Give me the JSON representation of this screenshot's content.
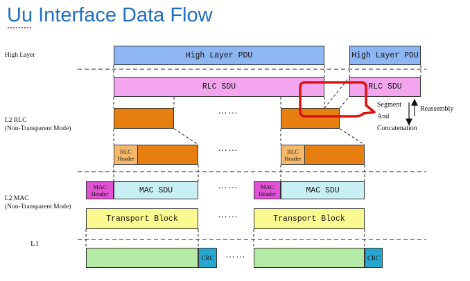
{
  "title": "Uu Interface Data Flow",
  "labels": {
    "high_layer": "High Layer",
    "l2_rlc": "L2 RLC",
    "l2_rlc_mode": "(Non-Transparent Mode)",
    "l2_mac": "L2 MAC",
    "l2_mac_mode": "(Non-Transparent Mode)",
    "l1": "L1"
  },
  "high_layer": {
    "pdu_main": "High Layer PDU",
    "pdu_right": "High Layer PDU"
  },
  "rlc": {
    "sdu_main": "RLC SDU",
    "sdu_right": "RLC SDU",
    "header_line1": "RLC",
    "header_line2": "Header",
    "ellipsis": "……"
  },
  "mac": {
    "header_line1": "MAC",
    "header_line2": "Header",
    "sdu": "MAC SDU",
    "ellipsis": "……"
  },
  "transport": {
    "block": "Transport Block",
    "ellipsis": "……"
  },
  "l1": {
    "crc": "CRC",
    "ellipsis": "……"
  },
  "annotations": {
    "segment": "Segment",
    "and": "And",
    "concatenation": "Concatenation",
    "reassembly": "Reassembly"
  },
  "colors": {
    "title": "#1f6fc4",
    "high_layer_pdu": "#8eb6f2",
    "rlc_sdu": "#f3a6ee",
    "rlc_pdu": "#e67e10",
    "rlc_header": "#f6b96a",
    "mac_header": "#e052d3",
    "mac_sdu": "#c8f0f4",
    "transport_block": "#fafa90",
    "l1_frame": "#b4eaa6",
    "crc": "#27a6cf",
    "callout": "#e01010"
  }
}
